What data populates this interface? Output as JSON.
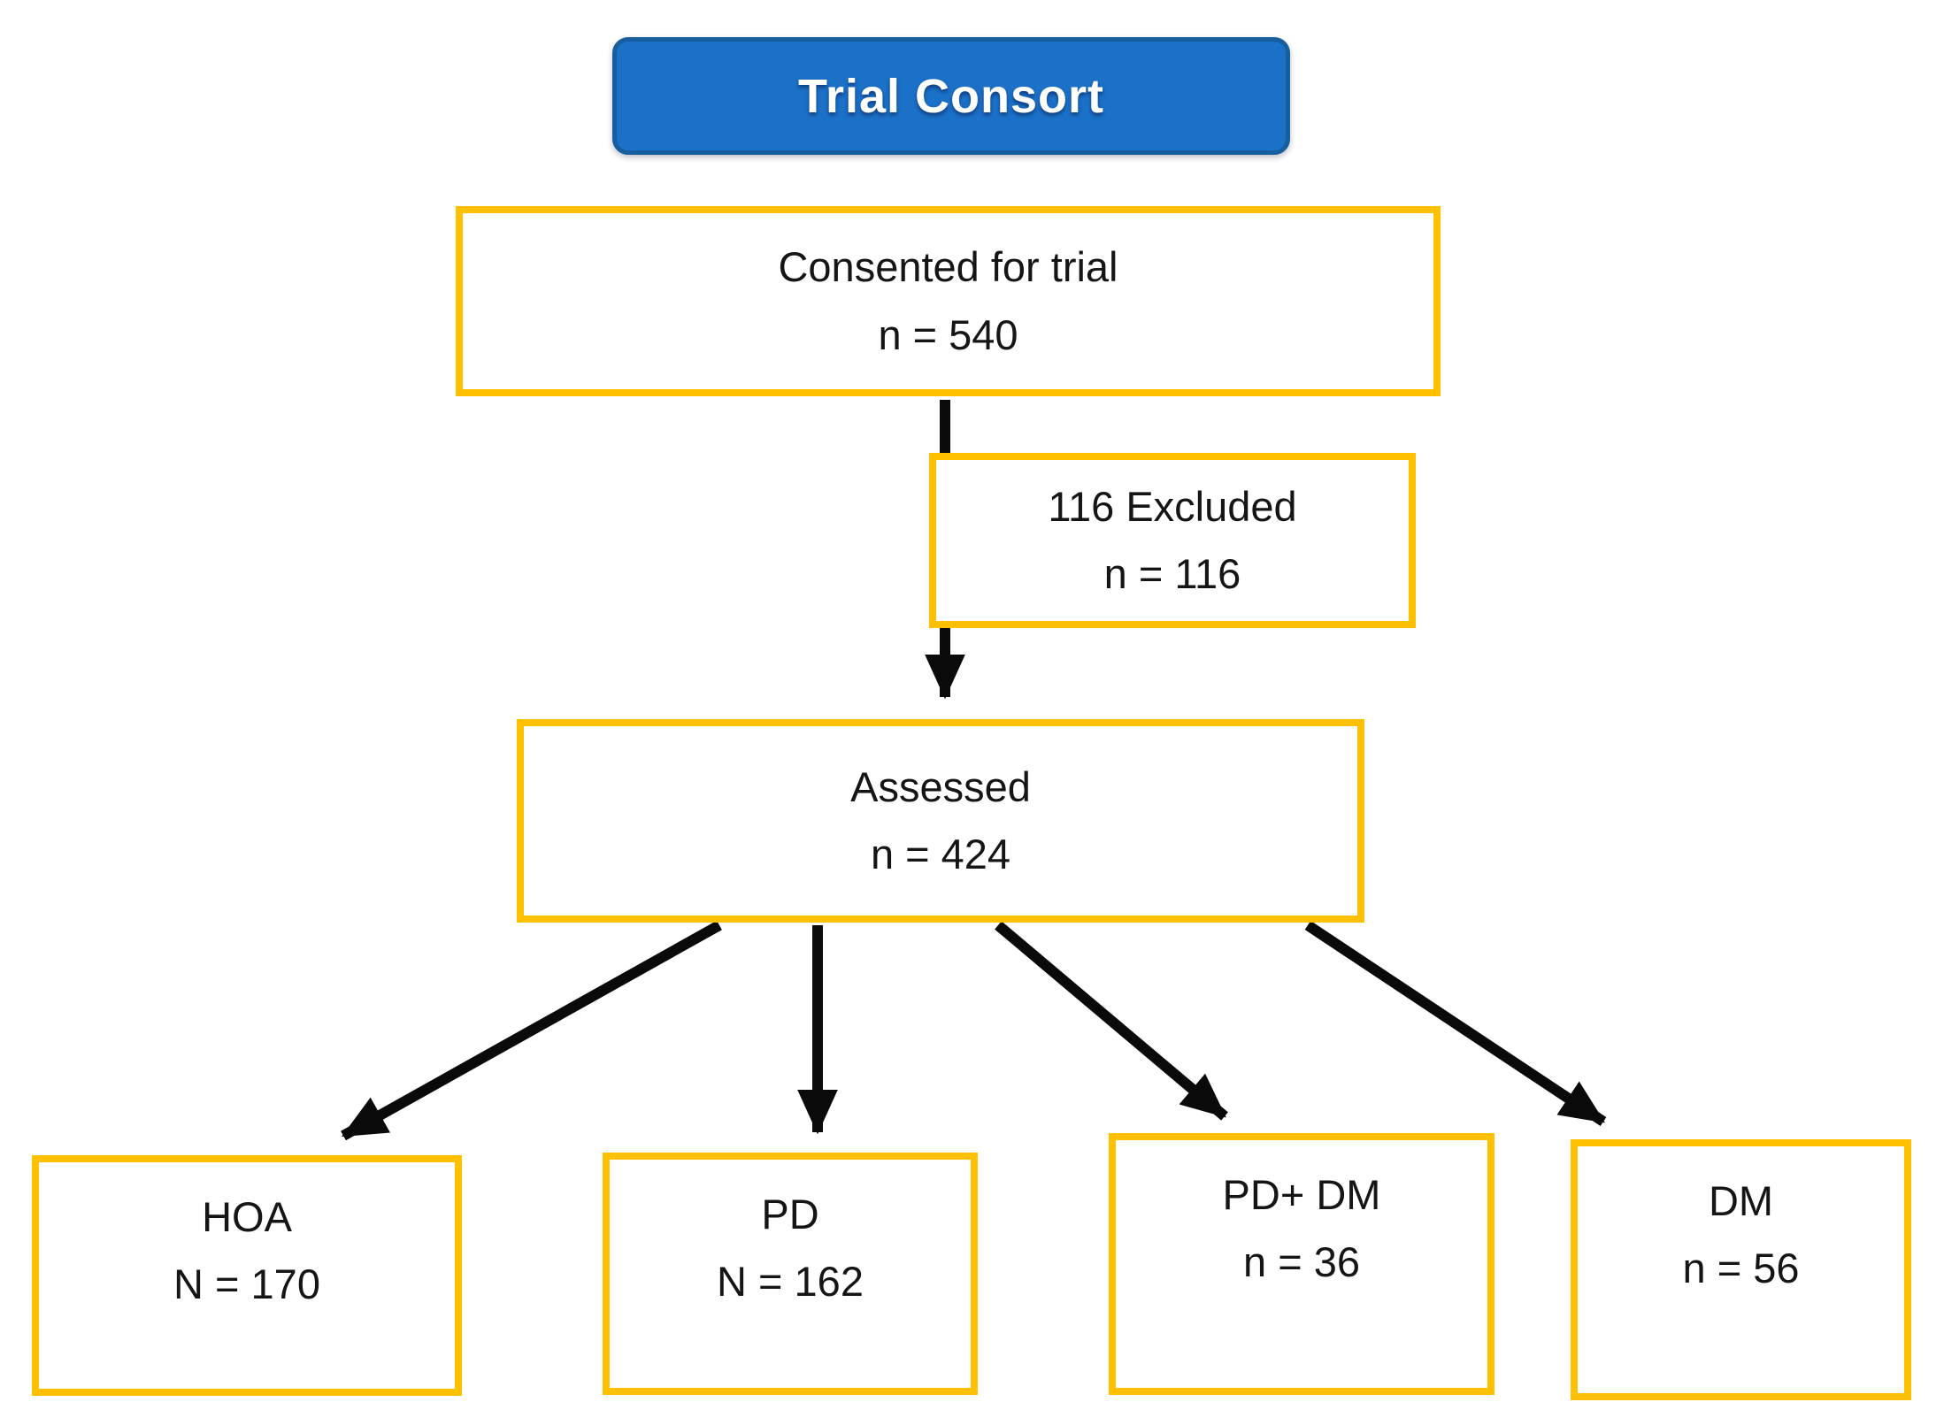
{
  "title": {
    "label": "Trial Consort"
  },
  "nodes": {
    "consented": {
      "line1": "Consented for trial",
      "line2": "n = 540"
    },
    "excluded": {
      "line1": "116 Excluded",
      "line2": "n = 116"
    },
    "assessed": {
      "line1": "Assessed",
      "line2": "n = 424"
    },
    "hoa": {
      "line1": "HOA",
      "line2": "N = 170"
    },
    "pd": {
      "line1": "PD",
      "line2": "N = 162"
    },
    "pd_dm": {
      "line1": "PD+ DM",
      "line2": "n = 36"
    },
    "dm": {
      "line1": "DM",
      "line2": "n = 56"
    }
  },
  "colors": {
    "box_border": "#FFC000",
    "title_fill": "#1B70C7",
    "title_border": "#175E9F",
    "arrow": "#0A0A0A",
    "text": "#151515",
    "title_text": "#FFFFFF"
  }
}
